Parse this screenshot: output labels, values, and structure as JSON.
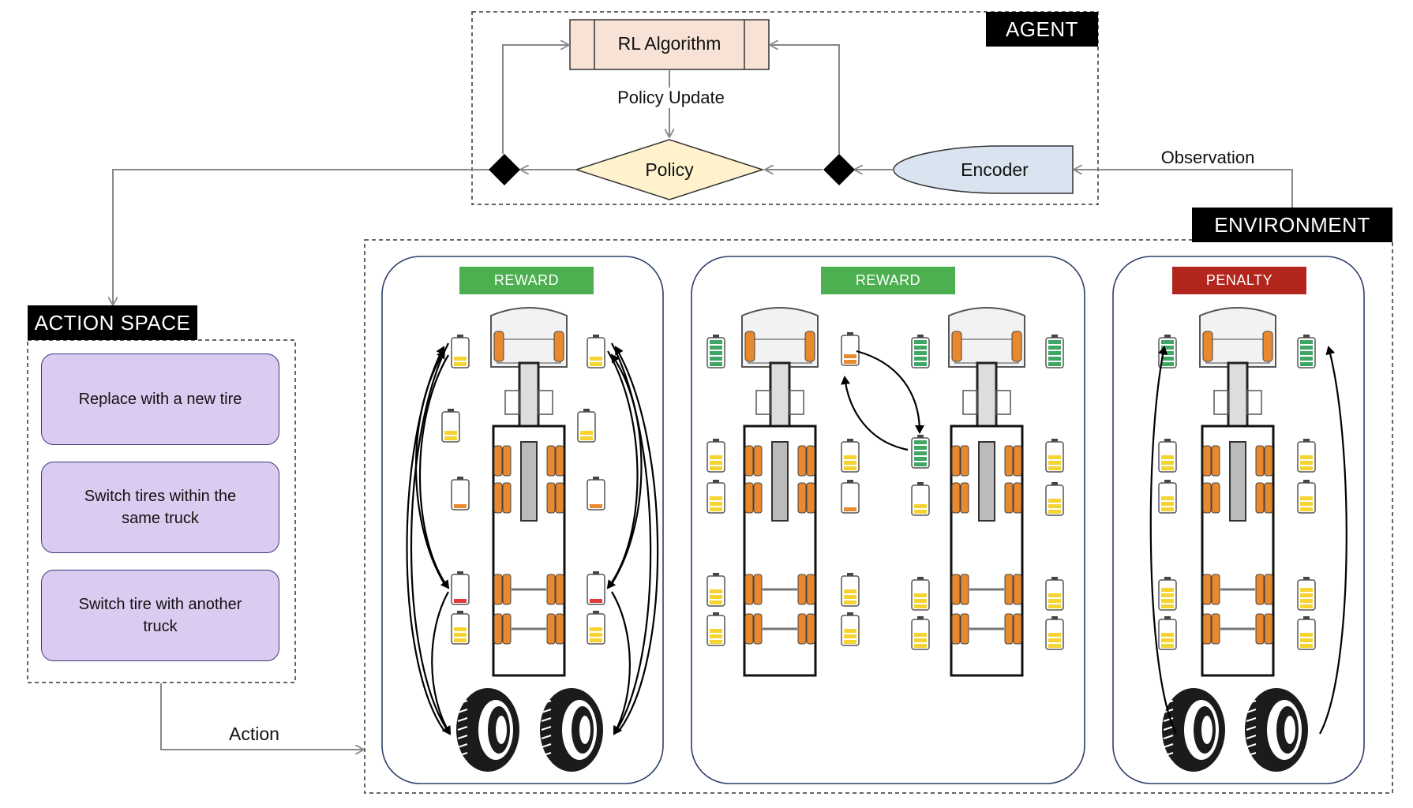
{
  "agent": {
    "label": "AGENT",
    "rl_algorithm": "RL Algorithm",
    "policy_update": "Policy Update",
    "policy": "Policy",
    "encoder": "Encoder"
  },
  "observation_label": "Observation",
  "environment": {
    "label": "ENVIRONMENT",
    "panels": [
      {
        "badge": "REWARD",
        "badge_color": "#4caf50"
      },
      {
        "badge": "REWARD",
        "badge_color": "#4caf50"
      },
      {
        "badge": "PENALTY",
        "badge_color": "#b3261e"
      }
    ]
  },
  "action_space": {
    "label": "ACTION SPACE",
    "items": [
      "Replace with a new tire",
      "Switch tires within the same truck",
      "Switch tire with another truck"
    ]
  },
  "action_label": "Action",
  "colors": {
    "rl_box_fill": "#f8e2d6",
    "policy_fill": "#fff2cc",
    "encoder_fill": "#dae3f0",
    "action_box_fill": "#dccbf0",
    "tire_orange": "#e8892e",
    "battery_yellow": "#f5d331",
    "battery_orange": "#ea8a2e",
    "battery_red": "#e03a3a",
    "battery_green": "#3fa765"
  }
}
